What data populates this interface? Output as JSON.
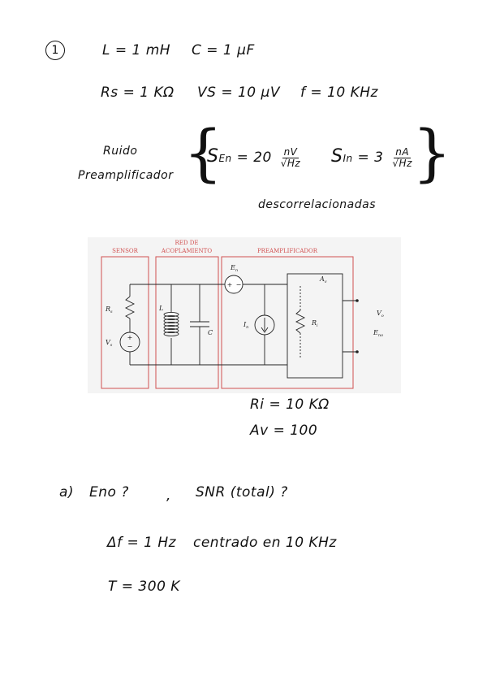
{
  "problem_number": "1",
  "given_line1": {
    "L": "L = 1 mH",
    "C": "C = 1 µF"
  },
  "given_line2": {
    "Rs": "Rs = 1 KΩ",
    "Vs": "VS = 10 µV",
    "f": "f = 10 KHz"
  },
  "noise": {
    "label_line1": "Ruido",
    "label_line2": "Preamplificador",
    "sen_prefix": "S",
    "sen_sub": "En",
    "sen_eq": "= 20",
    "sen_num": "nV",
    "sen_den": "√Hz",
    "sin_prefix": "S",
    "sin_sub": "In",
    "sin_eq": "= 3",
    "sin_num": "nA",
    "sin_den": "√Hz",
    "note": "descorrelacionadas"
  },
  "circuit": {
    "section_sensor": "SENSOR",
    "section_red_1": "RED DE",
    "section_red_2": "ACOPLAMIENTO",
    "section_pre": "PREAMPLIFICADOR",
    "Rs": "R",
    "Rs_sub": "s",
    "Vs": "V",
    "Vs_sub": "s",
    "L": "L",
    "C": "C",
    "En": "E",
    "En_sub": "n",
    "In": "I",
    "In_sub": "n",
    "Ri": "R",
    "Ri_sub": "i",
    "Av": "A",
    "Av_sub": "v",
    "Vo": "V",
    "Vo_sub": "o",
    "Eno": "E",
    "Eno_sub": "no",
    "accent_color": "#d15050"
  },
  "after_circuit": {
    "Ri": "Ri = 10 KΩ",
    "Av": "Av = 100"
  },
  "question": {
    "part": "a)",
    "eno": "Eno ?",
    "sep": ",",
    "snr": "SNR (total) ?"
  },
  "conditions": {
    "bandwidth": "Δf = 1 Hz",
    "centered": "centrado en 10 KHz",
    "temperature": "T = 300 K"
  }
}
